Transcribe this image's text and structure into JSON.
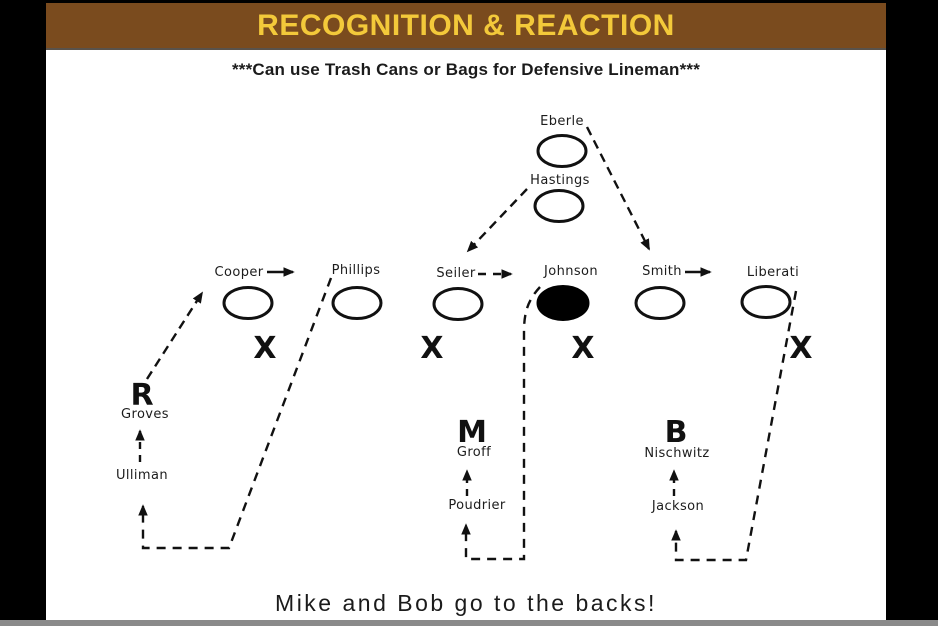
{
  "slide": {
    "title": "RECOGNITION & REACTION",
    "subtitle": "***Can use Trash Cans or Bags for Defensive Lineman***",
    "footer": "Mike and Bob go to the backs!"
  },
  "colors": {
    "header_bg": "#7a4b1e",
    "title_text": "#f3c93a",
    "ink": "#111111",
    "slide_bg": "#ffffff",
    "frame": "#000000",
    "bottom_strip": "#8a8a8a"
  },
  "diagram": {
    "players": [
      {
        "name": "Eberle",
        "shape": "circle",
        "fill": "white"
      },
      {
        "name": "Hastings",
        "shape": "circle",
        "fill": "white"
      },
      {
        "name": "Cooper",
        "shape": "circle",
        "fill": "white"
      },
      {
        "name": "Phillips",
        "shape": "circle",
        "fill": "white"
      },
      {
        "name": "Seiler",
        "shape": "circle",
        "fill": "white"
      },
      {
        "name": "Johnson",
        "shape": "circle",
        "fill": "black"
      },
      {
        "name": "Smith",
        "shape": "circle",
        "fill": "white"
      },
      {
        "name": "Liberati",
        "shape": "circle",
        "fill": "white"
      }
    ],
    "defenders": [
      {
        "letter": "R",
        "name": "Groves"
      },
      {
        "letter": "M",
        "name": "Groff"
      },
      {
        "letter": "B",
        "name": "Nischwitz"
      }
    ],
    "next_up": [
      {
        "name": "Ulliman"
      },
      {
        "name": "Poudrier"
      },
      {
        "name": "Jackson"
      }
    ],
    "x_marks": [
      "X",
      "X",
      "X",
      "X"
    ]
  }
}
